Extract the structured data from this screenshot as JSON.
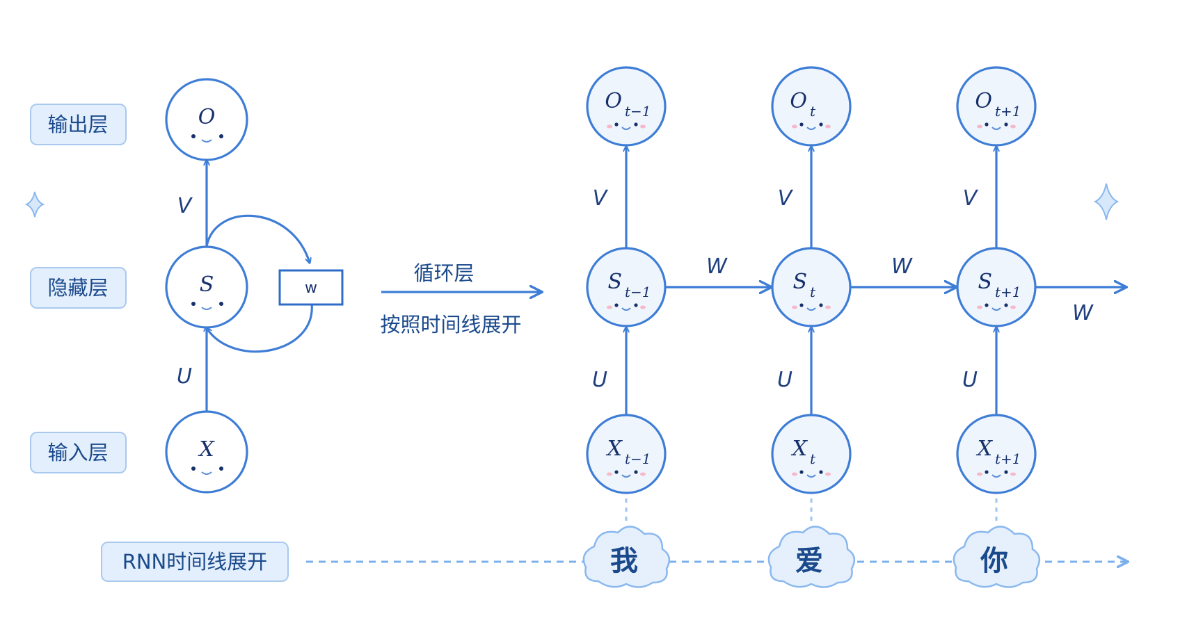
{
  "layers": {
    "output": "输出层",
    "hidden": "隐藏层",
    "input": "输入层"
  },
  "folded": {
    "output_node": "O",
    "hidden_node": "S",
    "input_node": "X",
    "v_label": "V",
    "u_label": "U",
    "w_box": "w"
  },
  "middle": {
    "top_text": "循环层",
    "bottom_text": "按照时间线展开"
  },
  "unfolded": [
    {
      "o": "O",
      "o_sub": "t−1",
      "s": "S",
      "s_sub": "t−1",
      "x": "X",
      "x_sub": "t−1",
      "v": "V",
      "u": "U",
      "w": "W",
      "word": "我"
    },
    {
      "o": "O",
      "o_sub": "t",
      "s": "S",
      "s_sub": "t",
      "x": "X",
      "x_sub": "t",
      "v": "V",
      "u": "U",
      "w": "W",
      "word": "爱"
    },
    {
      "o": "O",
      "o_sub": "t+1",
      "s": "S",
      "s_sub": "t+1",
      "x": "X",
      "x_sub": "t+1",
      "v": "V",
      "u": "U",
      "w": "W",
      "word": "你"
    }
  ],
  "timeline_label": "RNN时间线展开",
  "colors": {
    "accent": "#3e7dd6",
    "text": "#16306a",
    "label_bg": "#e3effc",
    "dash": "#7ab0ec"
  }
}
